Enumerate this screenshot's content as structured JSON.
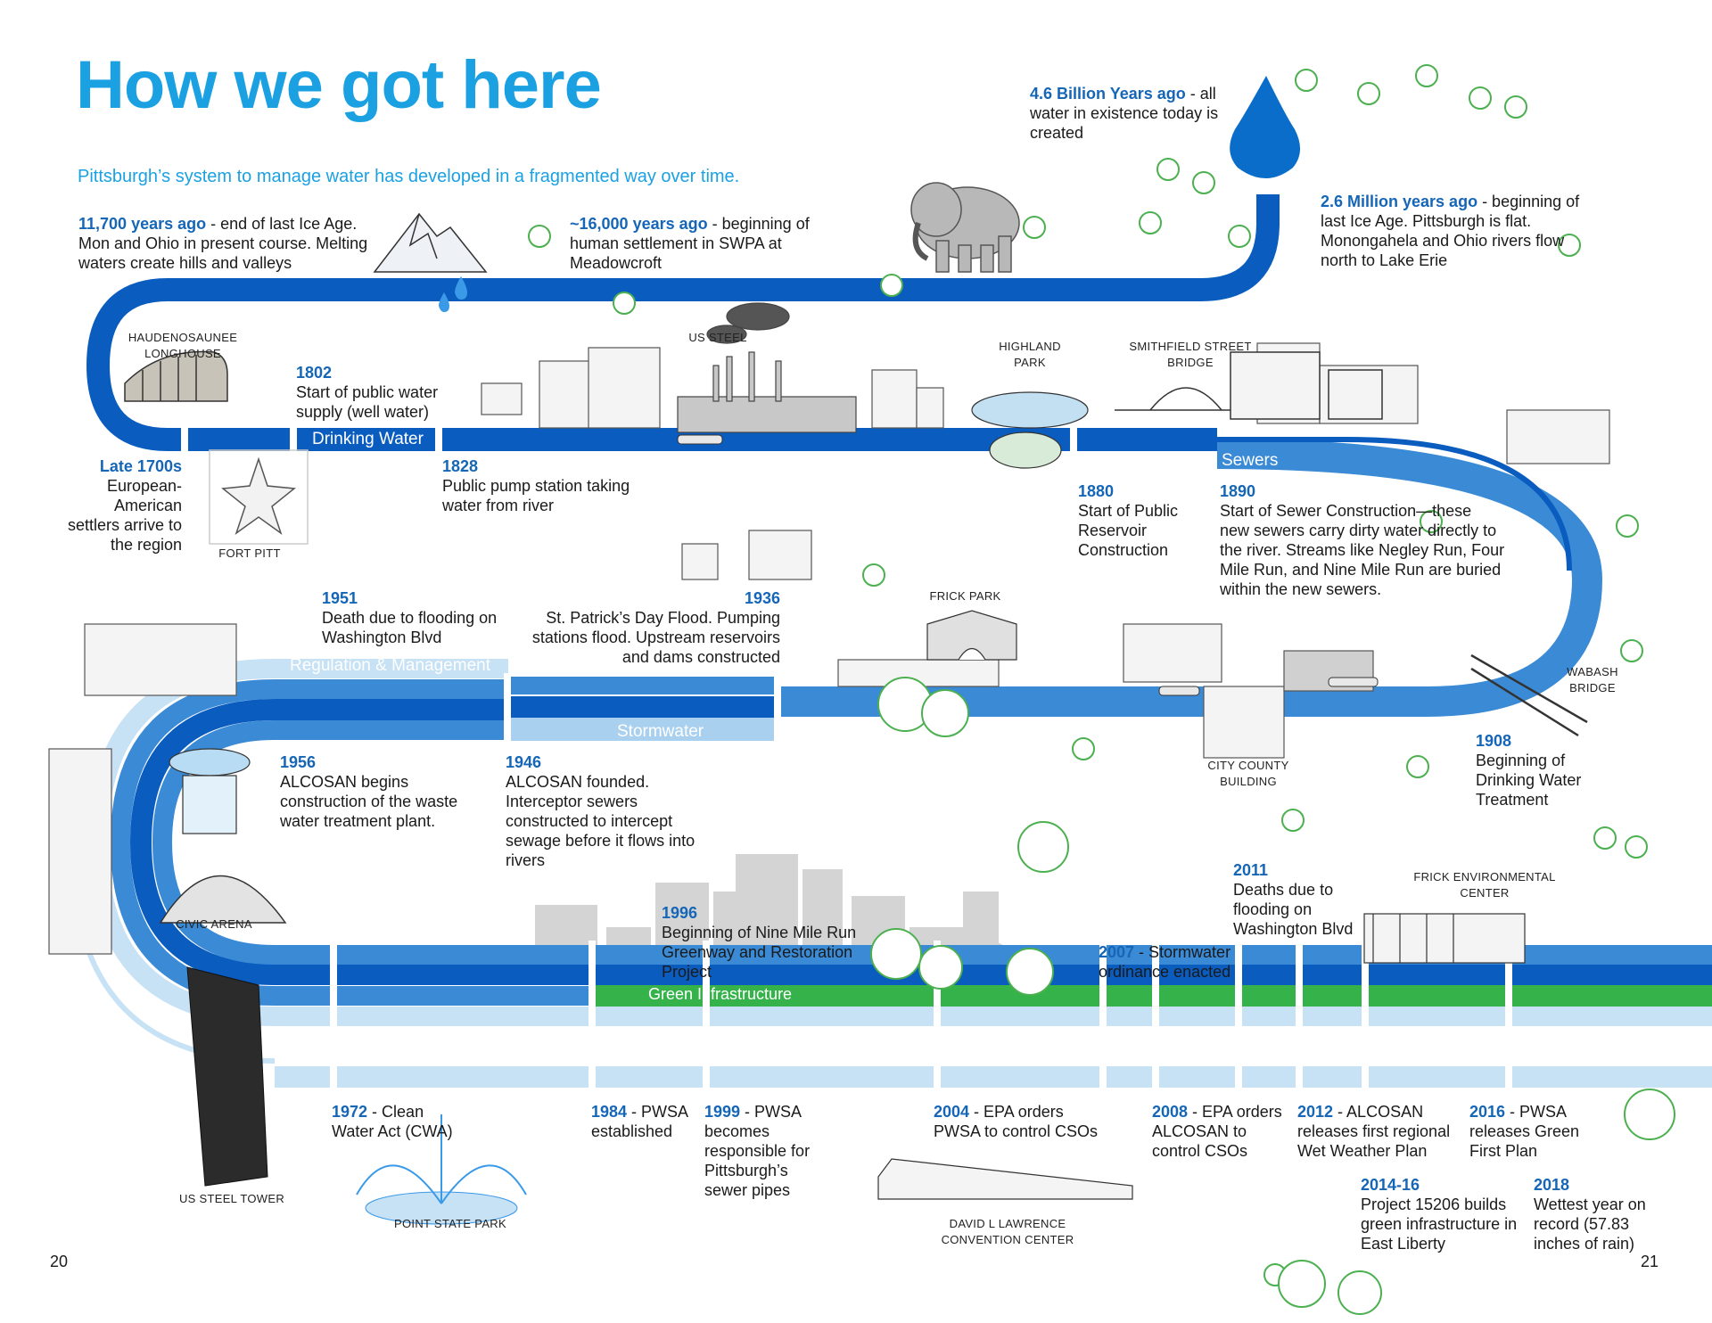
{
  "header": {
    "title": "How we got here",
    "subtitle": "Pittsburgh’s system to manage water has developed in a fragmented way over time."
  },
  "bands": {
    "drinking_water": "Drinking Water",
    "sewers": "Sewers",
    "regulation": "Regulation & Management",
    "stormwater": "Stormwater",
    "green": "Green Infrastructure"
  },
  "events": {
    "e1": {
      "year": "4.6 Billion Years ago",
      "text": " - all water in existence today is created"
    },
    "e2": {
      "year": "2.6 Million years ago",
      "text": " - beginning of last Ice Age. Pittsburgh is flat. Monongahela and Ohio rivers flow north to Lake Erie"
    },
    "e3": {
      "year": "~16,000 years ago",
      "text": " - beginning of human settlement in SWPA at Meadowcroft"
    },
    "e4": {
      "year": "11,700 years ago",
      "text": " - end of last Ice Age. Mon and Ohio in present course. Melting waters create hills and valleys"
    },
    "e5": {
      "year": "1802",
      "text": "Start of public water supply (well water)"
    },
    "e6": {
      "year": "Late 1700s",
      "text": "European-American settlers arrive to the region"
    },
    "e7": {
      "year": "1828",
      "text": "Public pump station taking water from river"
    },
    "e8": {
      "year": "1880",
      "text": "Start of Public Reservoir Construction"
    },
    "e9": {
      "year": "1890",
      "text": "Start of Sewer Construction—these new sewers carry dirty water directly to the river. Streams like Negley Run, Four Mile Run, and Nine Mile Run are buried within the new sewers."
    },
    "e10": {
      "year": "1951",
      "text": "Death due to flooding on Washington Blvd"
    },
    "e11": {
      "year": "1936",
      "text": "St. Patrick’s Day Flood. Pumping stations flood. Upstream reservoirs and dams constructed"
    },
    "e12": {
      "year": "1908",
      "text": "Beginning of Drinking Water Treatment"
    },
    "e13": {
      "year": "1956",
      "text": "ALCOSAN begins construction of the waste water treatment plant."
    },
    "e14": {
      "year": "1946",
      "text": "ALCOSAN founded. Interceptor sewers constructed to intercept sewage before it flows into rivers"
    },
    "e15": {
      "year": "2011",
      "text": "Deaths due to flooding on Washington Blvd"
    },
    "e16": {
      "year": "1996",
      "text": "Beginning of Nine Mile Run Greenway and Restoration Project"
    },
    "e17": {
      "year": "2007",
      "text": " - Stormwater ordinance enacted"
    },
    "e18": {
      "year": "1972",
      "text": " - Clean Water Act (CWA)"
    },
    "e19": {
      "year": "1984",
      "text": " - PWSA established"
    },
    "e20": {
      "year": "1999",
      "text": " - PWSA becomes responsible for Pittsburgh’s sewer pipes"
    },
    "e21": {
      "year": "2004",
      "text": " - EPA orders PWSA to control CSOs"
    },
    "e22": {
      "year": "2008",
      "text": " - EPA orders ALCOSAN to control CSOs"
    },
    "e23": {
      "year": "2012",
      "text": " - ALCOSAN releases first regional Wet Weather Plan"
    },
    "e24": {
      "year": "2016",
      "text": " - PWSA releases Green First Plan"
    },
    "e25": {
      "year": "2014-16",
      "text": "Project 15206 builds green infrastructure in East Liberty"
    },
    "e26": {
      "year": "2018",
      "text": "Wettest year on record (57.83 inches of rain)"
    }
  },
  "landmarks": {
    "haudenosaunee": "HAUDENOSAUNEE LONGHOUSE",
    "us_steel": "US STEEL",
    "highland_park": "HIGHLAND PARK",
    "smithfield": "SMITHFIELD STREET BRIDGE",
    "fort_pitt": "FORT PITT",
    "frick_park": "FRICK PARK",
    "wabash": "WABASH BRIDGE",
    "city_county": "CITY COUNTY BUILDING",
    "civic_arena": "CIVIC ARENA",
    "frick_env": "FRICK ENVIRONMENTAL CENTER",
    "us_steel_tower": "US STEEL TOWER",
    "point_state": "POINT STATE PARK",
    "lawrence": "DAVID L LAWRENCE CONVENTION CENTER"
  },
  "footer": {
    "page_left": "20",
    "page_right": "21"
  },
  "colors": {
    "title": "#1ba1e2",
    "year": "#1566b7",
    "dark_blue": "#0a5cbf",
    "mid_blue": "#3a8ad6",
    "light_blue": "#a9d0ef",
    "green": "#35b34a",
    "skyline": "#d0d0d0",
    "tree": "#4cb050"
  }
}
